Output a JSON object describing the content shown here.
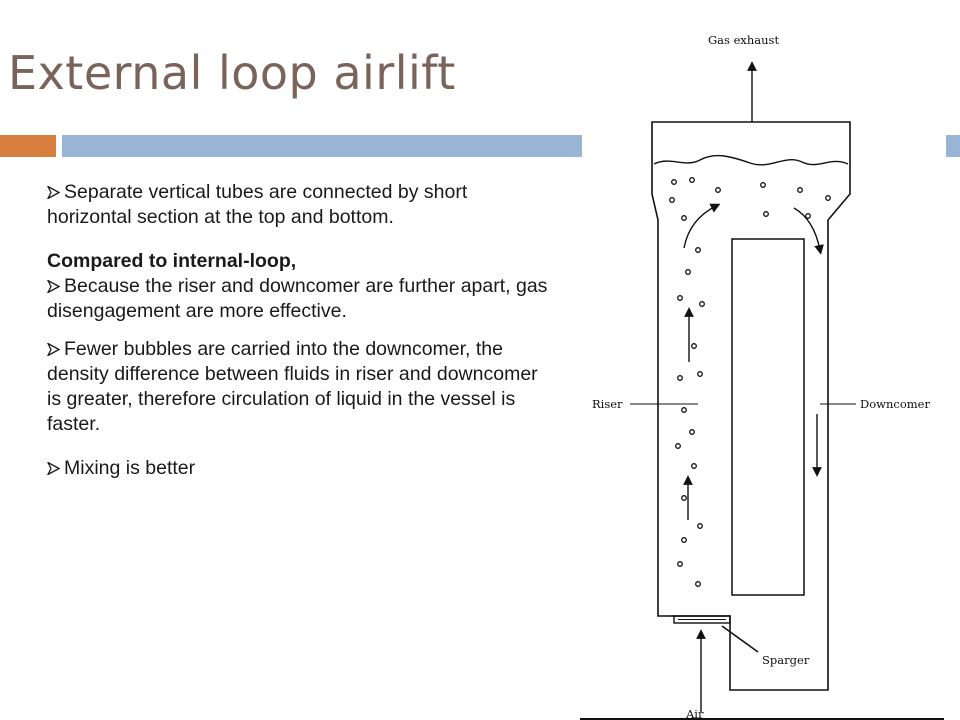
{
  "slide": {
    "title": "External loop airlift"
  },
  "content": {
    "p1": "Separate vertical tubes are connected by short horizontal section at the top and bottom.",
    "heading": "Compared to internal-loop,",
    "p2": "Because the riser and downcomer are further apart, gas disengagement are more effective.",
    "p3": "Fewer bubbles are carried into the downcomer, the density difference between fluids in riser and downcomer is greater, therefore circulation of liquid in the vessel is faster.",
    "p4": "Mixing is better"
  },
  "diagram": {
    "labels": {
      "gas_exhaust": "Gas exhaust",
      "riser": "Riser",
      "downcomer": "Downcomer",
      "sparger": "Sparger",
      "air": "Air"
    }
  },
  "colors": {
    "title": "#7a6359",
    "accent_bar": "#d87f3f",
    "main_bar": "#98b5d4"
  },
  "icons": {
    "bullet": "arrowhead-bullet-icon"
  }
}
